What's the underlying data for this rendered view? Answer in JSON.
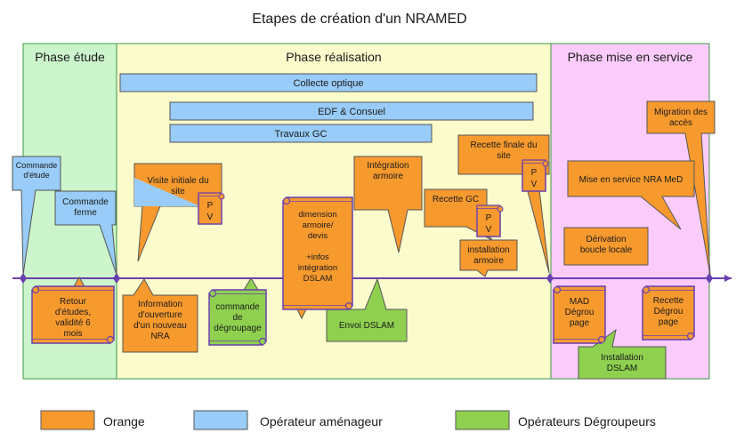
{
  "title": "Etapes de création d'un NRAMED",
  "phases": [
    {
      "label": "Phase étude",
      "color": "#ccf5cc"
    },
    {
      "label": "Phase réalisation",
      "color": "#fbfbcc"
    },
    {
      "label": "Phase mise en service",
      "color": "#fbccfb"
    }
  ],
  "colors": {
    "orange": "#f79a2e",
    "blue": "#99ccf8",
    "green": "#8fd14f",
    "timeline": "#6a3fb0",
    "phase_border": "#3c9a46"
  },
  "bars": [
    {
      "label": "Collecte optique"
    },
    {
      "label": "EDF & Consuel"
    },
    {
      "label": "Travaux GC"
    }
  ],
  "callouts": {
    "commande_etude": [
      "Commande",
      "d'étude"
    ],
    "commande_ferme": [
      "Commande",
      "ferme"
    ],
    "visite_initiale": [
      "Visite initiale du",
      "site"
    ],
    "integration_armoire": [
      "Intégration",
      "armoire"
    ],
    "recette_gc": [
      "Recette GC"
    ],
    "recette_finale": [
      "Recette finale du",
      "site"
    ],
    "migration_acces": [
      "Migration des",
      "accès"
    ],
    "mise_en_service": [
      "Mise en service NRA MeD"
    ],
    "derivation": [
      "Dérivation",
      "boucle locale"
    ],
    "installation_armoire": [
      "installation",
      "armoire"
    ],
    "information_ouverture": [
      "Information",
      "d'ouverture",
      "d'un nouveau",
      "NRA"
    ],
    "envoi_dslam": [
      "Envoi DSLAM"
    ],
    "installation_dslam": [
      "Installation",
      "DSLAM"
    ]
  },
  "scrolls": {
    "retour_etudes": [
      "Retour",
      "d'études,",
      "validité 6",
      "mois"
    ],
    "dimension_armoire": [
      "dimension",
      "armoire/",
      "devis",
      "",
      "+infos",
      "intégration",
      "DSLAM"
    ],
    "commande_degroupage": [
      "commande",
      "de",
      "dégroupage"
    ],
    "mad_degroupage": [
      "MAD",
      "Dégrou",
      "page"
    ],
    "recette_degroupage": [
      "Recette",
      "Dégrou",
      "page"
    ]
  },
  "pv_label": [
    "P",
    "V"
  ],
  "legend": [
    {
      "label": "Orange",
      "color": "#f79a2e"
    },
    {
      "label": "Opérateur aménageur",
      "color": "#99ccf8"
    },
    {
      "label": "Opérateurs Dégroupeurs",
      "color": "#8fd14f"
    }
  ]
}
